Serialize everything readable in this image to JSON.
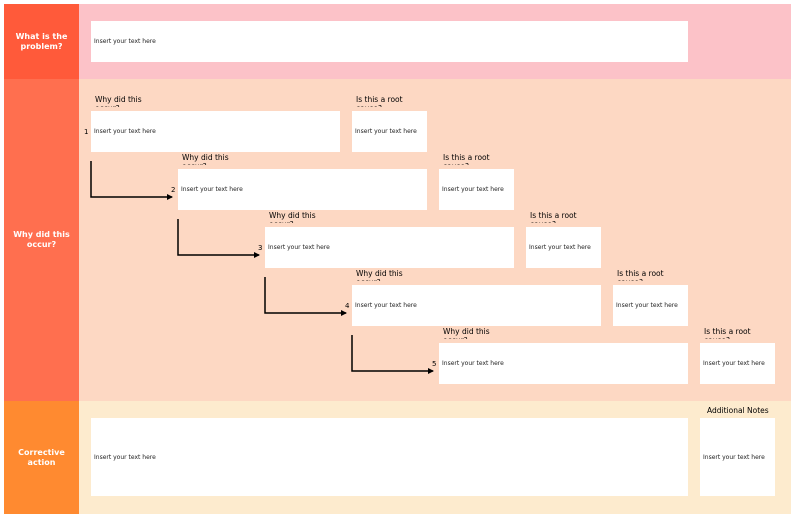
{
  "colors": {
    "problem_label": "#ff5a3a",
    "problem_body": "#fcc2c8",
    "why_label": "#ff6f4f",
    "why_body": "#fdd8c3",
    "corrective_label": "#ff8a30",
    "corrective_body": "#fdebce",
    "arrow": "#000000"
  },
  "problem": {
    "label": "What is the problem?",
    "placeholder": "Insert your text here"
  },
  "why": {
    "label": "Why did this occur?",
    "steps": [
      {
        "number": "1",
        "question": "Why did this occur?",
        "text": "Insert your text here",
        "root_question": "Is this a root cause?",
        "root_text": "Insert your text here"
      },
      {
        "number": "2",
        "question": "Why did this occur?",
        "text": "Insert your text here",
        "root_question": "Is this a root cause?",
        "root_text": "Insert your text here"
      },
      {
        "number": "3",
        "question": "Why did this occur?",
        "text": "Insert your text here",
        "root_question": "Is this a root cause?",
        "root_text": "Insert your text here"
      },
      {
        "number": "4",
        "question": "Why did this occur?",
        "text": "Insert your text here",
        "root_question": "Is this a root cause?",
        "root_text": "Insert your text here"
      },
      {
        "number": "5",
        "question": "Why did this occur?",
        "text": "Insert your text here",
        "root_question": "Is this a root cause?",
        "root_text": "Insert your text here"
      }
    ]
  },
  "corrective": {
    "label": "Corrective action",
    "placeholder": "Insert your text here",
    "notes_label": "Additional Notes",
    "notes_placeholder": "Insert your text here"
  }
}
